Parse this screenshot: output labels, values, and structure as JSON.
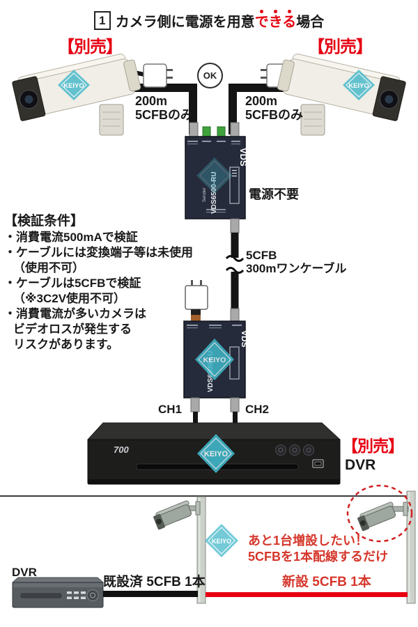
{
  "title": {
    "step": "1",
    "prefix": "カメラ側に電源を用意",
    "emphasis": "できる",
    "suffix": "場合"
  },
  "badges": {
    "ok": "OK",
    "sold_separately_left": "【別売】",
    "sold_separately_right": "【別売】",
    "sold_separately_dvr": "【別売】"
  },
  "cable_labels": {
    "left_line1": "200m",
    "left_line2": "5CFBのみ",
    "right_line1": "200m",
    "right_line2": "5CFBのみ",
    "trunk_line1": "5CFB",
    "trunk_line2": "300mワンケーブル",
    "ch1": "CH1",
    "ch2": "CH2"
  },
  "notes": {
    "no_power_needed": "電源不要"
  },
  "conditions": {
    "heading": "【検証条件】",
    "items": [
      {
        "text": "・消費電流500mAで検証",
        "color": "black"
      },
      {
        "text": "・ケーブルには変換端子等は未使用",
        "color": "black"
      },
      {
        "text": "（使用不可）",
        "color": "red"
      },
      {
        "text": "・ケーブルは5CFBで検証",
        "color": "black"
      },
      {
        "text": "（※3C2V使用不可）",
        "color": "red"
      },
      {
        "text": "・消費電流が多いカメラは",
        "color": "dark_red"
      },
      {
        "text": "ビデオロスが発生する",
        "color": "dark_red"
      },
      {
        "text": "リスクがあります。",
        "color": "dark_red"
      }
    ]
  },
  "devices": {
    "brand": "VDS",
    "sender_model": "VDS6500-RU",
    "sender_role": "Sender",
    "receiver_model": "VDS6500-LU",
    "watermark": "KEIYO",
    "dvr_label": "DVR",
    "dvr_logo": "700"
  },
  "bottom": {
    "dvr_label": "DVR",
    "existing_cable_label": "既設済 5CFB 1本",
    "new_cable_label": "新設 5CFB 1本",
    "promo_line1": "あと1台増設したい！",
    "promo_line2": "5CFBを1本配線するだけ"
  },
  "colors": {
    "red": "#e60012",
    "promo_red": "#d5362b",
    "dark_red": "#b01212",
    "keiyo_cyan": "#40b7c9",
    "device_navy": "#252b3a"
  }
}
